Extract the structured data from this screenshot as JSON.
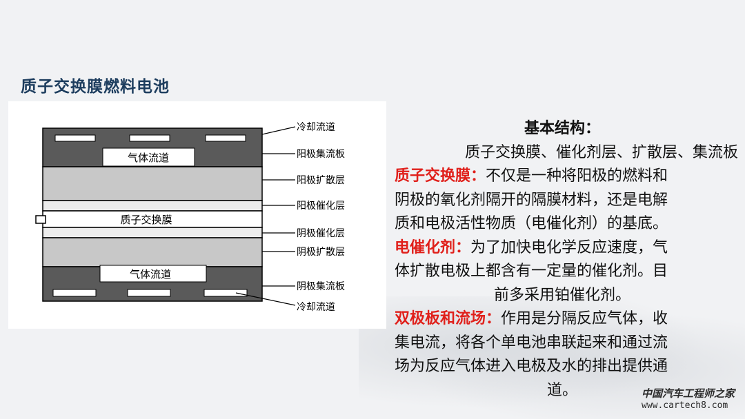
{
  "title": "质子交换膜燃料电池",
  "diagram": {
    "gas_channel_labels": [
      "气体流道",
      "气体流道"
    ],
    "membrane_label": "质子交换膜",
    "layer_labels": [
      "冷却流道",
      "阳极集流板",
      "阳极扩散层",
      "阳极催化层",
      "阴极催化层",
      "阴极扩散层",
      "阴极集流板",
      "冷却流道"
    ]
  },
  "content": {
    "heading": "基本结构：",
    "structure_list": "质子交换膜、催化剂层、扩散层、集流板",
    "membrane_term": "质子交换膜：",
    "membrane_desc_1": "不仅是一种将阳极的燃料和",
    "membrane_desc_2": "阴极的氧化剂隔开的隔膜材料，还是电解",
    "membrane_desc_3": "质和电极活性物质（电催化剂）的基底。",
    "catalyst_term": "电催化剂：",
    "catalyst_desc_1": "为了加快电化学反应速度，气",
    "catalyst_desc_2": "体扩散电极上都含有一定量的催化剂。目",
    "catalyst_desc_3": "前多采用铂催化剂。",
    "plate_term": "双极板和流场：",
    "plate_desc_1": "作用是分隔反应气体，收",
    "plate_desc_2": "集电流，将各个单电池串联起来和通过流",
    "plate_desc_3": "场为反应气体进入电极及水的排出提供通",
    "plate_desc_4": "道。"
  },
  "watermark": {
    "name": "中国汽车工程师之家",
    "url": "www.cartech8.com"
  },
  "colors": {
    "title": "#1d3d5e",
    "term_red": "#e0201b",
    "plate_gray": "#5a5a5a",
    "diffusion_gray": "#c8c8c8"
  }
}
